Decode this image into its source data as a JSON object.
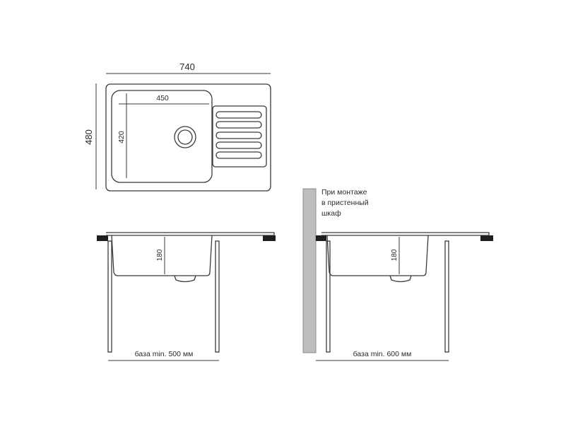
{
  "top_view": {
    "width_label": "740",
    "height_label": "480",
    "bowl_width_label": "450",
    "bowl_height_label": "420"
  },
  "section_standard": {
    "depth_label": "180",
    "base_label": "база min. 500 мм"
  },
  "section_wall": {
    "depth_label": "180",
    "base_label": "база min. 600 мм",
    "note_lines": [
      "При монтаже",
      "в пристенный",
      "шкаф"
    ]
  },
  "colors": {
    "line": "#3a3a3a",
    "worktop": "#1e1e1e",
    "wall_fill": "#bdbdbd",
    "wall_stroke": "#8c8c8c"
  }
}
